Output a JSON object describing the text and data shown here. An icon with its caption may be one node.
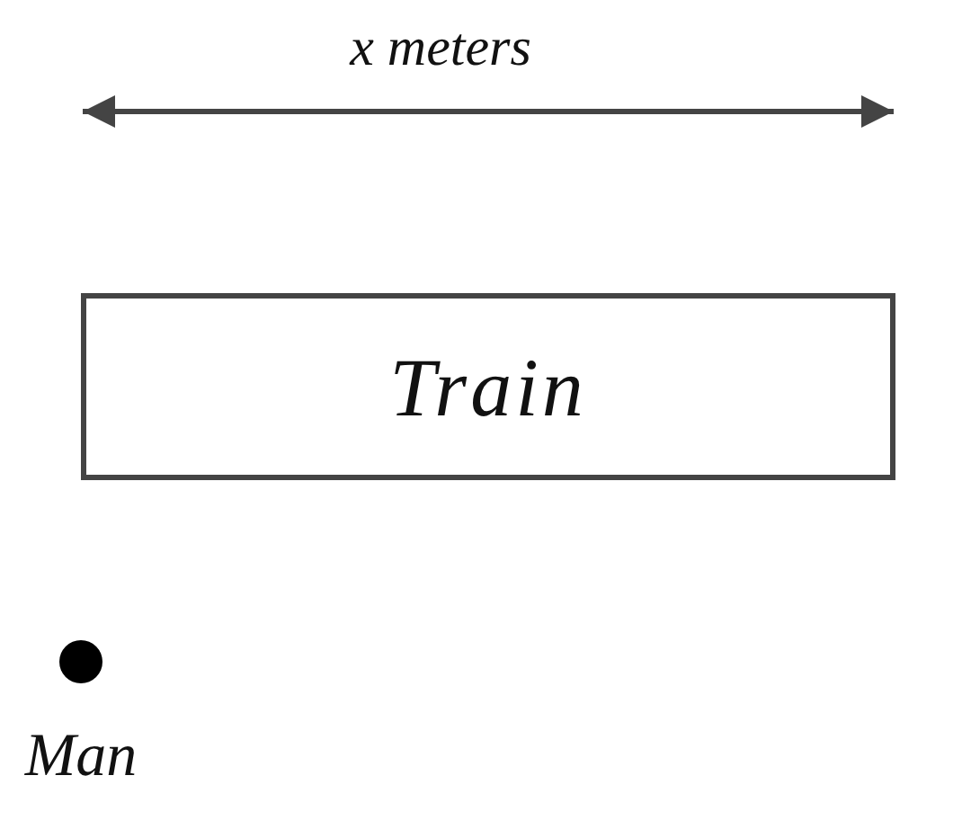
{
  "diagram": {
    "nodes": [
      {
        "text": [
          "Train"
        ]
      },
      {
        "text": [],
        "shape": "circle",
        "beside": [
          "Man"
        ]
      }
    ],
    "labels": [
      "x meters"
    ]
  }
}
